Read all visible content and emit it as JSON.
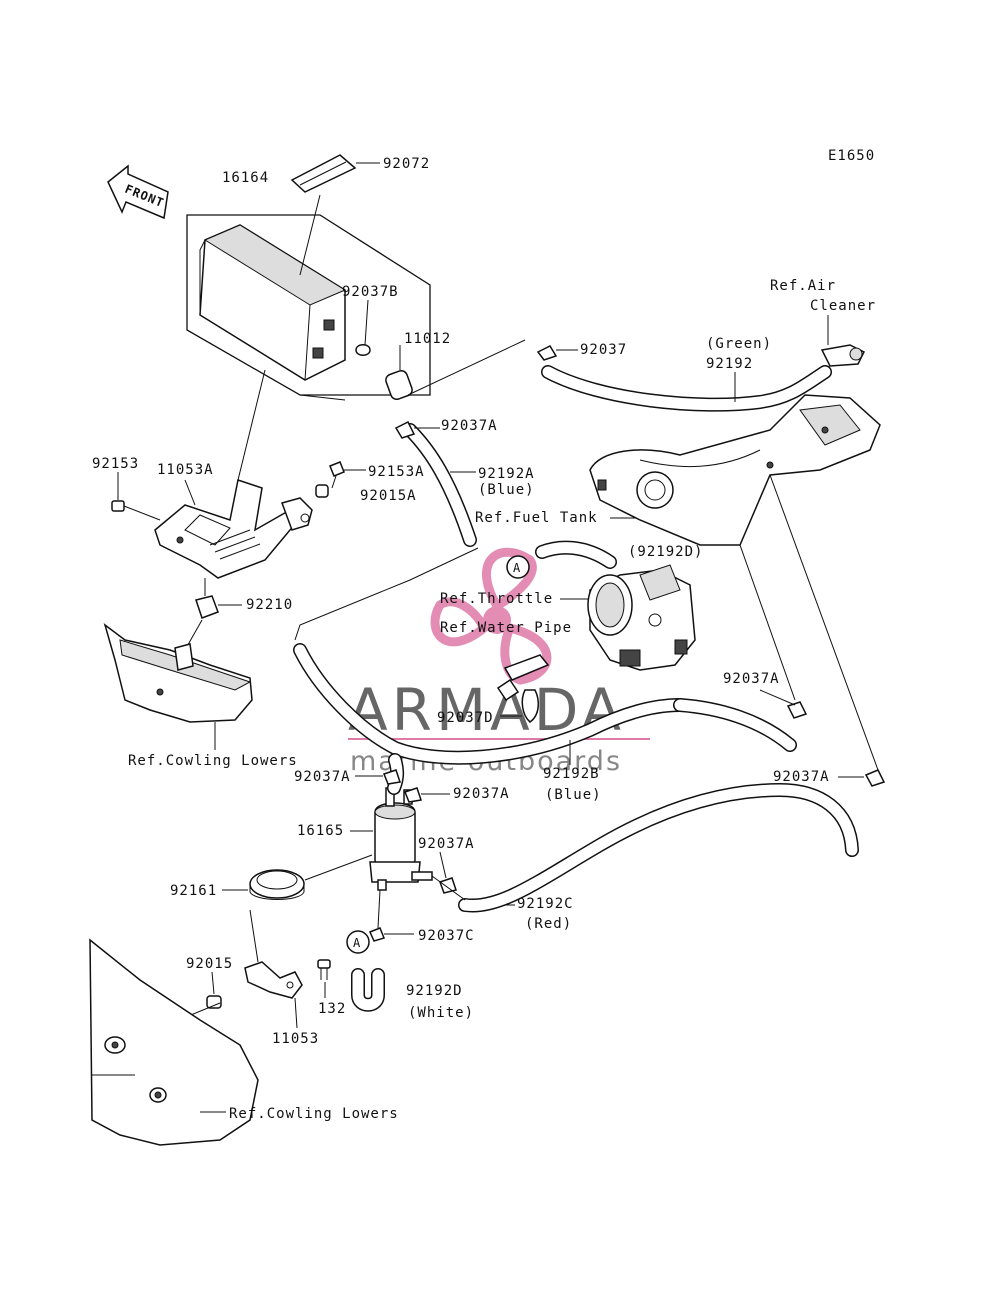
{
  "diagram_code": "E1650",
  "front_label": "FRONT",
  "watermark": {
    "brand": "ARMADA",
    "tagline": "marine outboards",
    "accent_color": "#e07aa8"
  },
  "labels": {
    "p16164": "16164",
    "p92072": "92072",
    "p92037B": "92037B",
    "p11012": "11012",
    "p92037_top": "92037",
    "green": "(Green)",
    "p92192": "92192",
    "ref_air": "Ref.Air",
    "cleaner": "Cleaner",
    "p92037A_1": "92037A",
    "p92153": "92153",
    "p11053A": "11053A",
    "p92153A": "92153A",
    "p92015A": "92015A",
    "p92192A": "92192A",
    "blue_1": "(Blue)",
    "ref_fuel_tank": "Ref.Fuel Tank",
    "p92192D_paren": "(92192D)",
    "ref_throttle": "Ref.Throttle",
    "ref_water_pipe": "Ref.Water Pipe",
    "p92210": "92210",
    "p92037A_2": "92037A",
    "p92037D": "92037D",
    "ref_cowling_1": "Ref.Cowling Lowers",
    "p92037A_3": "92037A",
    "p92192B": "92192B",
    "blue_2": "(Blue)",
    "p92037A_4": "92037A",
    "p92037A_5": "92037A",
    "p16165": "16165",
    "p92037A_6": "92037A",
    "p92161": "92161",
    "p92192C": "92192C",
    "red": "(Red)",
    "p92037C": "92037C",
    "p92015": "92015",
    "p92192D": "92192D",
    "white": "(White)",
    "p132": "132",
    "p11053": "11053",
    "ref_cowling_2": "Ref.Cowling Lowers",
    "marker_a": "A"
  }
}
